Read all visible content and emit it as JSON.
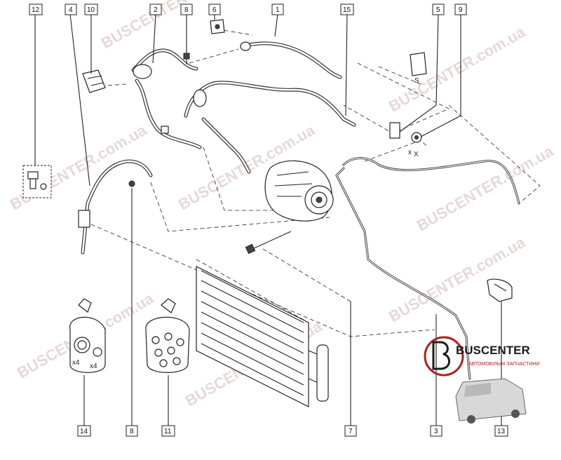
{
  "callouts": [
    {
      "id": "c12",
      "label": "12"
    },
    {
      "id": "c4",
      "label": "4"
    },
    {
      "id": "c10",
      "label": "10"
    },
    {
      "id": "c2",
      "label": "2"
    },
    {
      "id": "c8top",
      "label": "8"
    },
    {
      "id": "c6",
      "label": "6"
    },
    {
      "id": "c1",
      "label": "1"
    },
    {
      "id": "c15",
      "label": "15"
    },
    {
      "id": "c5",
      "label": "5"
    },
    {
      "id": "c9",
      "label": "9"
    },
    {
      "id": "c14",
      "label": "14"
    },
    {
      "id": "c8bot",
      "label": "8"
    },
    {
      "id": "c11",
      "label": "11"
    },
    {
      "id": "c7",
      "label": "7"
    },
    {
      "id": "c3",
      "label": "3"
    },
    {
      "id": "c13",
      "label": "13"
    }
  ],
  "labels": {
    "x_valve_5": "x",
    "x_valve_9": "X",
    "s_marker": "S",
    "qty_left": "x4",
    "qty_right": "x4"
  },
  "logo": {
    "name": "BUSCENTER",
    "tagline": "АВТОМОБІЛЬНІ ЗАПЧАСТИНИ"
  },
  "watermark": {
    "text": "BUSCENTER.com.ua"
  },
  "colors": {
    "line": "#222222",
    "logo_red": "#b02020",
    "watermark": "#c9a9a9"
  }
}
